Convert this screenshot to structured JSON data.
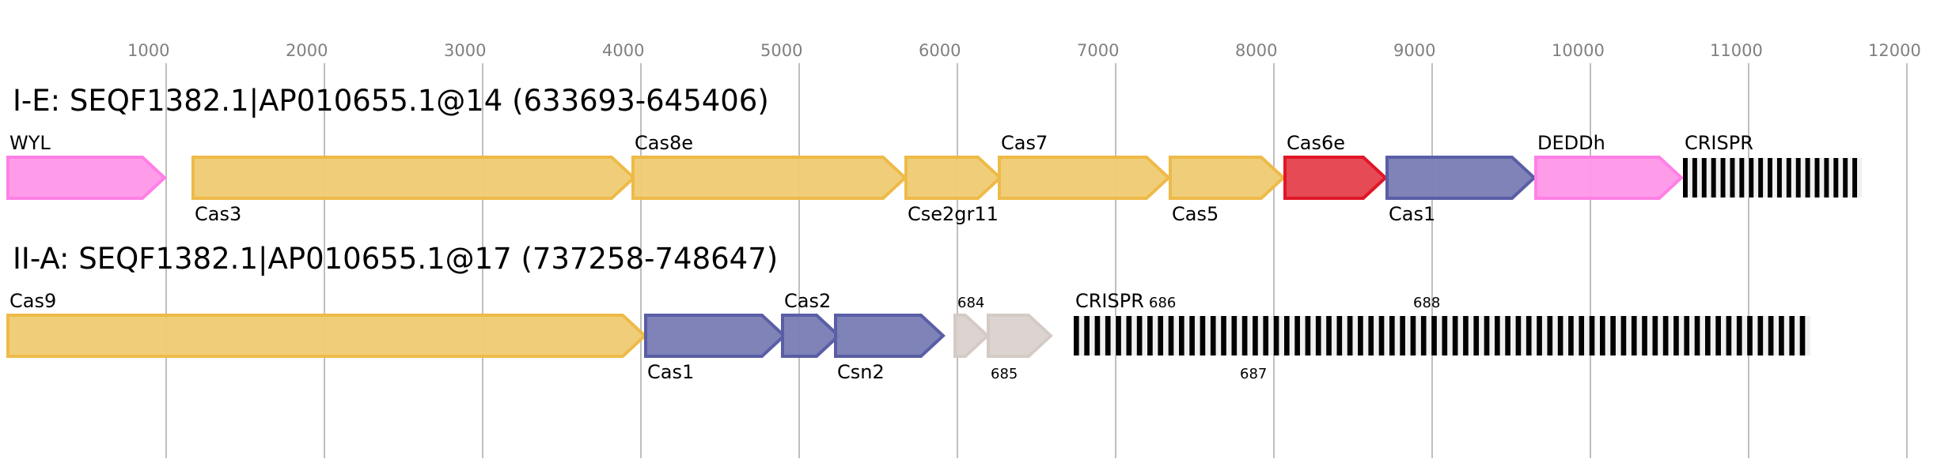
{
  "chart_data": {
    "type": "diagram",
    "title": "",
    "xaxis": {
      "range_bp": [
        0,
        12000
      ],
      "ticks": [
        1000,
        2000,
        3000,
        4000,
        5000,
        6000,
        7000,
        8000,
        9000,
        10000,
        11000,
        12000
      ],
      "grid": true
    },
    "colors": {
      "gold": {
        "fill": "#f0cc75",
        "stroke": "#eeba48"
      },
      "pink": {
        "fill": "#ff99e9",
        "stroke": "#ff80e6"
      },
      "red": {
        "fill": "#e5444f",
        "stroke": "#e01727"
      },
      "blue": {
        "fill": "#7b7fb5",
        "stroke": "#5a5ea6"
      },
      "gray": {
        "fill": "#dbd3ce",
        "stroke": "#d5cbc4"
      },
      "crispr_dark": "#000000",
      "crispr_light": "#f0f0f0"
    },
    "tracks": [
      {
        "title": "I-E: SEQF1382.1|AP010655.1@14 (633693-645406)",
        "features": [
          {
            "name": "WYL",
            "type": "gene",
            "start": 0,
            "end": 990,
            "color": "pink",
            "label_pos": "top",
            "label_size": "normal"
          },
          {
            "name": "Cas3",
            "type": "gene",
            "start": 1170,
            "end": 3955,
            "color": "gold",
            "label_pos": "bottom",
            "label_size": "normal"
          },
          {
            "name": "Cas8e",
            "type": "gene",
            "start": 3950,
            "end": 5670,
            "color": "gold",
            "label_pos": "top",
            "label_size": "normal"
          },
          {
            "name": "Cse2gr11",
            "type": "gene",
            "start": 5675,
            "end": 6270,
            "color": "gold",
            "label_pos": "bottom",
            "label_size": "normal"
          },
          {
            "name": "Cas7",
            "type": "gene",
            "start": 6265,
            "end": 7335,
            "color": "gold",
            "label_pos": "top",
            "label_size": "normal"
          },
          {
            "name": "Cas5",
            "type": "gene",
            "start": 7345,
            "end": 8060,
            "color": "gold",
            "label_pos": "bottom",
            "label_size": "normal"
          },
          {
            "name": "Cas6e",
            "type": "gene",
            "start": 8070,
            "end": 8705,
            "color": "red",
            "label_pos": "top",
            "label_size": "normal"
          },
          {
            "name": "Cas1",
            "type": "gene",
            "start": 8715,
            "end": 9645,
            "color": "blue",
            "label_pos": "bottom",
            "label_size": "normal"
          },
          {
            "name": "DEDDh",
            "type": "gene",
            "start": 9655,
            "end": 10575,
            "color": "pink",
            "label_pos": "top",
            "label_size": "normal"
          },
          {
            "name": "CRISPR",
            "type": "crispr",
            "start": 10585,
            "end": 11715,
            "repeats": 19,
            "label_pos": "top",
            "label_size": "normal"
          }
        ],
        "annotations": []
      },
      {
        "title": "II-A: SEQF1382.1|AP010655.1@17 (737258-748647)",
        "features": [
          {
            "name": "Cas9",
            "type": "gene",
            "start": 0,
            "end": 4025,
            "color": "gold",
            "label_pos": "top",
            "label_size": "normal"
          },
          {
            "name": "Cas1",
            "type": "gene",
            "start": 4030,
            "end": 4905,
            "color": "blue",
            "label_pos": "bottom",
            "label_size": "normal"
          },
          {
            "name": "Cas2",
            "type": "gene",
            "start": 4895,
            "end": 5250,
            "color": "blue",
            "label_pos": "top",
            "label_size": "normal"
          },
          {
            "name": "Csn2",
            "type": "gene",
            "start": 5230,
            "end": 5910,
            "color": "blue",
            "label_pos": "bottom",
            "label_size": "normal"
          },
          {
            "name": "684",
            "type": "gene",
            "start": 5985,
            "end": 6190,
            "color": "gray",
            "label_pos": "top",
            "label_size": "small"
          },
          {
            "name": "685",
            "type": "gene",
            "start": 6195,
            "end": 6590,
            "color": "gray",
            "label_pos": "bottom",
            "label_size": "small"
          },
          {
            "name": "CRISPR",
            "type": "crispr",
            "start": 6735,
            "end": 11390,
            "repeats": 70,
            "label_pos": "top",
            "label_size": "normal"
          }
        ],
        "annotations": [
          {
            "text": "686",
            "at": 7210,
            "pos": "top"
          },
          {
            "text": "687",
            "at": 7785,
            "pos": "bottom"
          },
          {
            "text": "688",
            "at": 8880,
            "pos": "top"
          }
        ]
      }
    ]
  }
}
